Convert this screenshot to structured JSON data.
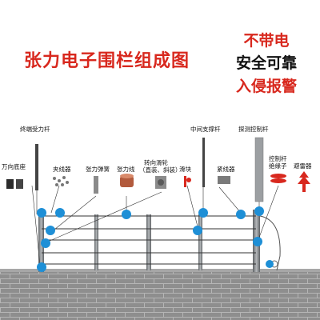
{
  "title": "张力电子围栏组成图",
  "taglines": [
    "不带电",
    "安全可靠",
    "入侵报警"
  ],
  "components": {
    "terminal_pole": "终端受力杆",
    "universal_base": "万向底座",
    "wire_clamp": "夹线器",
    "tension_spring": "张力弹簧",
    "tension_wire": "张力线",
    "pulley": "转向滑轮",
    "pulley_sub": "（直装、斜装）",
    "slider": "滑块",
    "middle_pole": "中间支撑杆",
    "tightener": "紧线器",
    "detector_pole": "探测控制杆",
    "control_rod_insulator": "控制杆\n绝缘子",
    "lightning_arrester": "避雷器"
  },
  "colors": {
    "title": "#d8281e",
    "marker": "#1e8fd6",
    "wall": "#8b8b8b",
    "pole": "#7a7d80"
  }
}
